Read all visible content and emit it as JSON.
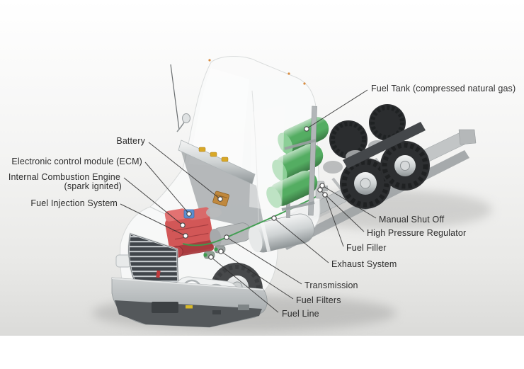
{
  "diagram": {
    "labels": {
      "fuel_tank": "Fuel Tank (compressed natural gas)",
      "battery": "Battery",
      "ecm": "Electronic control module (ECM)",
      "internal_combustion_engine_line1": "Internal Combustion Engine",
      "internal_combustion_engine_line2": "(spark ignited)",
      "fuel_injection_system": "Fuel Injection System",
      "manual_shut_off": "Manual Shut Off",
      "high_pressure_regulator": "High Pressure Regulator",
      "fuel_filler": "Fuel Filler",
      "exhaust_system": "Exhaust System",
      "transmission": "Transmission",
      "fuel_filters": "Fuel Filters",
      "fuel_line": "Fuel Line"
    },
    "colors": {
      "background": "#ffffff",
      "tank_green": "#54ad62",
      "tank_green_light": "#8ccf97",
      "engine_red": "#d25757",
      "engine_red_dark": "#a83a3e",
      "ecm_blue": "#5b8fd0",
      "battery_amber": "#c0883d",
      "fuel_line_green": "#3c9c4c",
      "label_text": "#2d2d2d",
      "leader_line": "#2c2c2c"
    }
  }
}
